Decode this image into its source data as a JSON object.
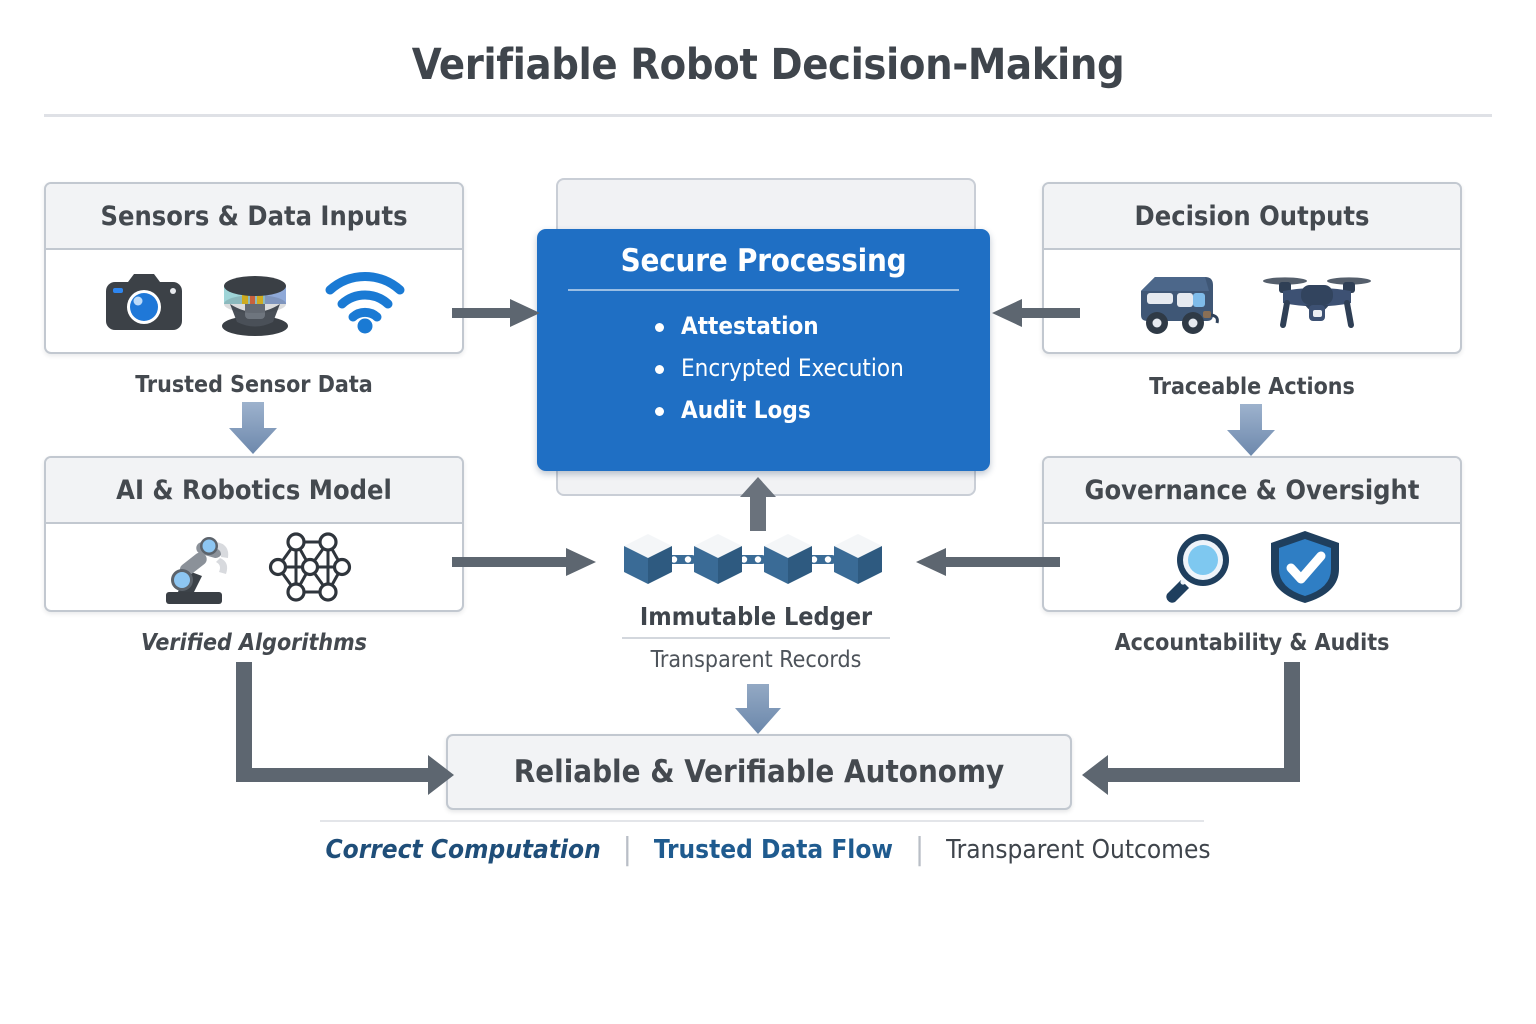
{
  "title": "Verifiable Robot Decision-Making",
  "cards": {
    "sensors": {
      "heading": "Sensors & Data Inputs",
      "caption": "Trusted Sensor Data",
      "icons": [
        "camera-icon",
        "lidar-icon",
        "wifi-icon"
      ]
    },
    "model": {
      "heading": "AI & Robotics Model",
      "caption": "Verified Algorithms",
      "icons": [
        "robot-arm-icon",
        "neural-network-icon"
      ]
    },
    "outputs": {
      "heading": "Decision Outputs",
      "caption": "Traceable Actions",
      "icons": [
        "autonomous-vehicle-icon",
        "drone-icon"
      ]
    },
    "governance": {
      "heading": "Governance & Oversight",
      "caption": "Accountability & Audits",
      "icons": [
        "magnifier-icon",
        "shield-check-icon"
      ]
    }
  },
  "secure": {
    "title": "Secure Processing",
    "items": [
      {
        "label": "Attestation",
        "bold": true
      },
      {
        "label": "Encrypted Execution",
        "bold": false
      },
      {
        "label": "Audit Logs",
        "bold": true
      }
    ],
    "color": "#1f6fc4"
  },
  "ledger": {
    "title": "Immutable Ledger",
    "subtitle": "Transparent Records",
    "blocks": 4,
    "block_color": "#3a6b96",
    "icon": "blockchain-icon"
  },
  "autonomy": {
    "label": "Reliable & Verifiable Autonomy"
  },
  "footer": {
    "items": [
      {
        "label": "Correct Computation",
        "style": "bold-italic",
        "color": "#1f4e79"
      },
      {
        "label": "Trusted Data Flow",
        "style": "bold",
        "color": "#1f5b8f"
      },
      {
        "label": "Transparent Outcomes",
        "style": "regular",
        "color": "#3f454c"
      }
    ],
    "separator": "|"
  },
  "palette": {
    "accent_blue": "#1f6fc4",
    "deep_navy": "#1f4e79",
    "arrow_gray": "#5d6670",
    "arrow_blue": "#7d97b8",
    "card_border": "#c2c8d0",
    "card_head_bg": "#f2f3f5",
    "text_dark": "#44494f"
  }
}
